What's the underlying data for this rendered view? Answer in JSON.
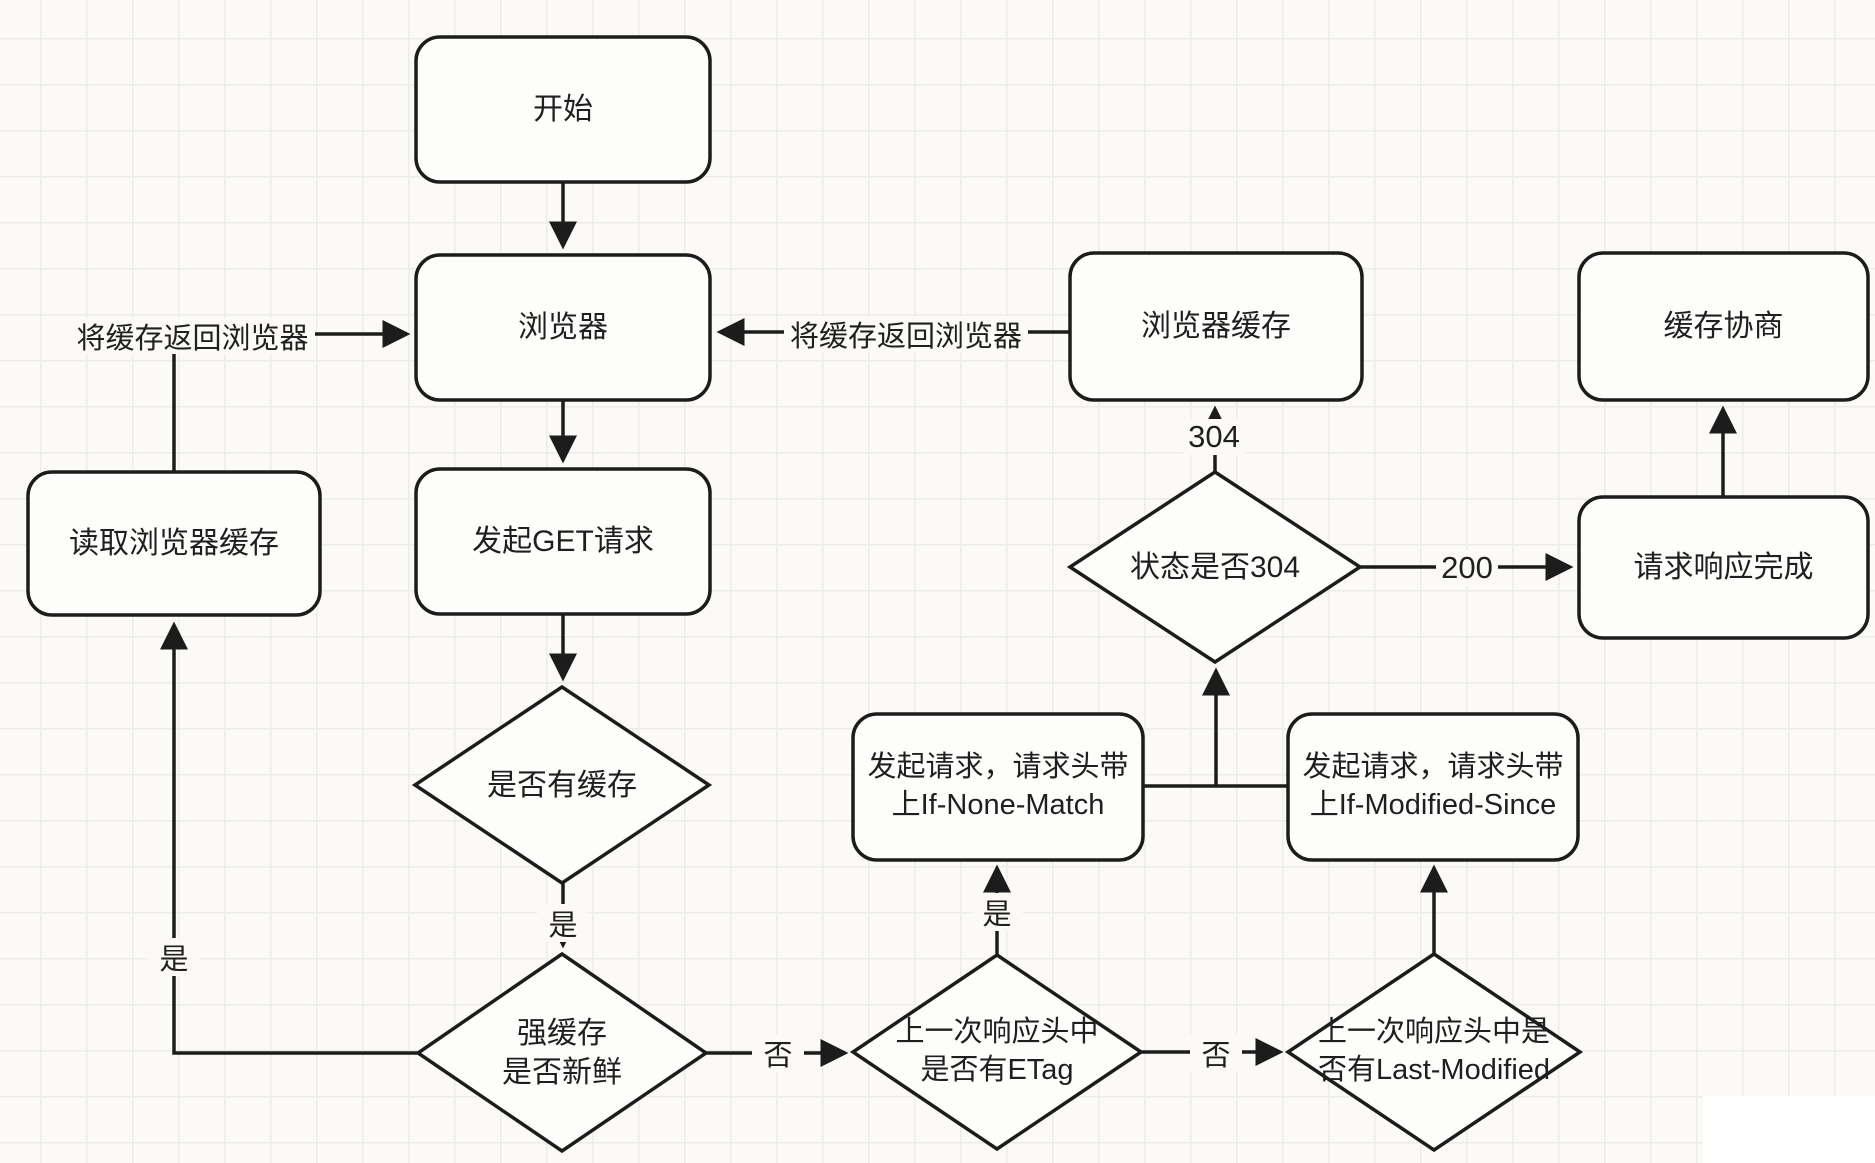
{
  "diagram": {
    "nodes": {
      "start": {
        "label": "开始"
      },
      "browser": {
        "label": "浏览器"
      },
      "browser_cache": {
        "label": "浏览器缓存"
      },
      "cache_negotiation": {
        "label": "缓存协商"
      },
      "read_browser_cache": {
        "label": "读取浏览器缓存"
      },
      "get_request": {
        "label": "发起GET请求"
      },
      "has_cache": {
        "label": "是否有缓存"
      },
      "status_304": {
        "label": "状态是否304"
      },
      "response_done": {
        "label": "请求响应完成"
      },
      "if_none_match": {
        "label": "发起请求，请求头带\n上If-None-Match"
      },
      "if_modified_since": {
        "label": "发起请求，请求头带\n上If-Modified-Since"
      },
      "strong_cache_fresh": {
        "label": "强缓存\n是否新鲜"
      },
      "has_etag": {
        "label": "上一次响应头中\n是否有ETag"
      },
      "has_last_modified": {
        "label": "上一次响应头中是\n否有Last-Modified"
      }
    },
    "edge_labels": {
      "return_cache_left": "将缓存返回浏览器",
      "return_cache_mid": "将缓存返回浏览器",
      "status_304_code": "304",
      "status_200_code": "200",
      "yes_left": "是",
      "yes_center": "是",
      "yes_etag": "是",
      "no_after_strong_cache": "否",
      "no_after_etag": "否"
    },
    "colors": {
      "stroke": "#1c1c1c",
      "node-fill": "#fdfdfb",
      "background": "#fbfaf7",
      "grid": "#ececea"
    }
  }
}
